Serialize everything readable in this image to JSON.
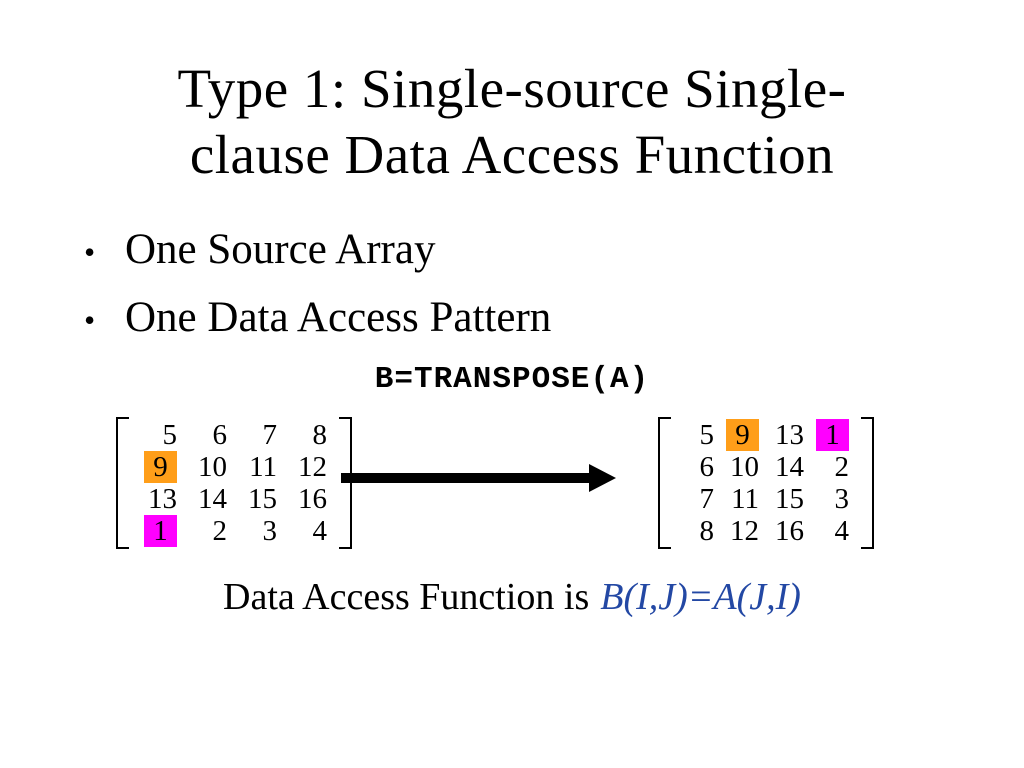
{
  "slide": {
    "title": {
      "line1": "Type 1: Single-source Single-",
      "line2": "clause Data Access Function"
    },
    "bullets": [
      {
        "marker": "•",
        "label": "One Source Array"
      },
      {
        "marker": "•",
        "label": "One Data Access Pattern"
      }
    ],
    "operation_label": "B=TRANSPOSE(A)",
    "matrices": {
      "source": {
        "rows": [
          [
            "5",
            "6",
            "7",
            "8"
          ],
          [
            "9",
            "10",
            "11",
            "12"
          ],
          [
            "13",
            "14",
            "15",
            "16"
          ],
          [
            "1",
            "2",
            "3",
            "4"
          ]
        ],
        "highlights": [
          {
            "row": 1,
            "col": 0,
            "color": "orange"
          },
          {
            "row": 3,
            "col": 0,
            "color": "magenta"
          }
        ]
      },
      "result": {
        "rows": [
          [
            "5",
            "9",
            "13",
            "1"
          ],
          [
            "6",
            "10",
            "14",
            "2"
          ],
          [
            "7",
            "11",
            "15",
            "3"
          ],
          [
            "8",
            "12",
            "16",
            "4"
          ]
        ],
        "highlights": [
          {
            "row": 0,
            "col": 1,
            "color": "orange"
          },
          {
            "row": 0,
            "col": 3,
            "color": "magenta"
          }
        ]
      }
    },
    "caption": {
      "prefix": "Data Access Function is",
      "formula": "B(I,J)=A(J,I)"
    },
    "colors": {
      "orange": "#FF9E19",
      "magenta": "#FF00FF",
      "formula_blue": "#2348A4",
      "text": "#000000",
      "background": "#FFFFFF"
    }
  }
}
